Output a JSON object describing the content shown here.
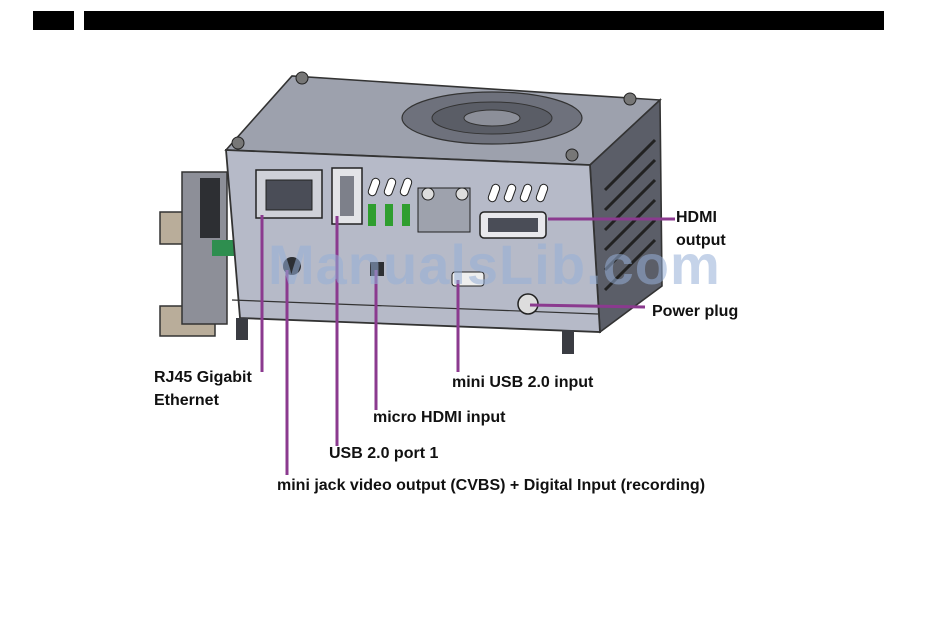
{
  "header": {
    "left_bar": "",
    "right_bar": ""
  },
  "watermark": "ManualsLib.com",
  "colors": {
    "callout": "#8b3a8f",
    "device_light": "#b6bac8",
    "device_dark": "#4a4d57",
    "status_led": "#2f9e2f"
  },
  "labels": {
    "hdmi_output": [
      "HDMI",
      "output"
    ],
    "power_plug": "Power plug",
    "mini_usb": "mini USB 2.0 input",
    "rj45": [
      "RJ45 Gigabit",
      "Ethernet"
    ],
    "micro_hdmi": "micro HDMI input",
    "usb_port1": "USB 2.0 port 1",
    "mini_jack": "mini jack video output (CVBS) + Digital Input (recording)"
  }
}
